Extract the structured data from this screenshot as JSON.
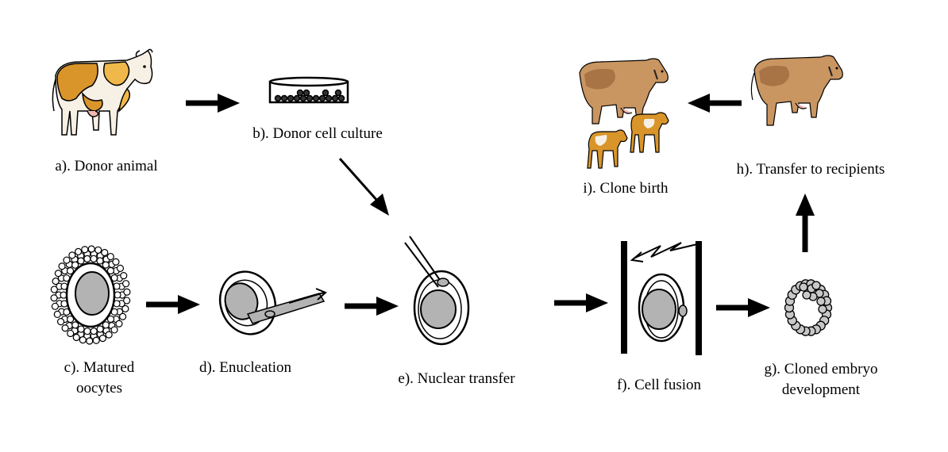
{
  "steps": {
    "a": {
      "label": "a). Donor animal"
    },
    "b": {
      "label": "b). Donor cell culture"
    },
    "c": {
      "line1": "c). Matured",
      "line2": "oocytes"
    },
    "d": {
      "label": "d). Enucleation"
    },
    "e": {
      "label": "e). Nuclear transfer"
    },
    "f": {
      "label": "f). Cell fusion"
    },
    "g": {
      "line1": "g). Cloned embryo",
      "line2": "development"
    },
    "h": {
      "label": "h). Transfer to recipients"
    },
    "i": {
      "label": "i). Clone birth"
    }
  },
  "colors": {
    "cow_orange": "#d9952a",
    "cow_orange_light": "#f0b84a",
    "cow_brown": "#c99561",
    "cow_brown_dark": "#a87446",
    "nucleus_gray": "#b3b3b3",
    "outline": "#000000"
  }
}
